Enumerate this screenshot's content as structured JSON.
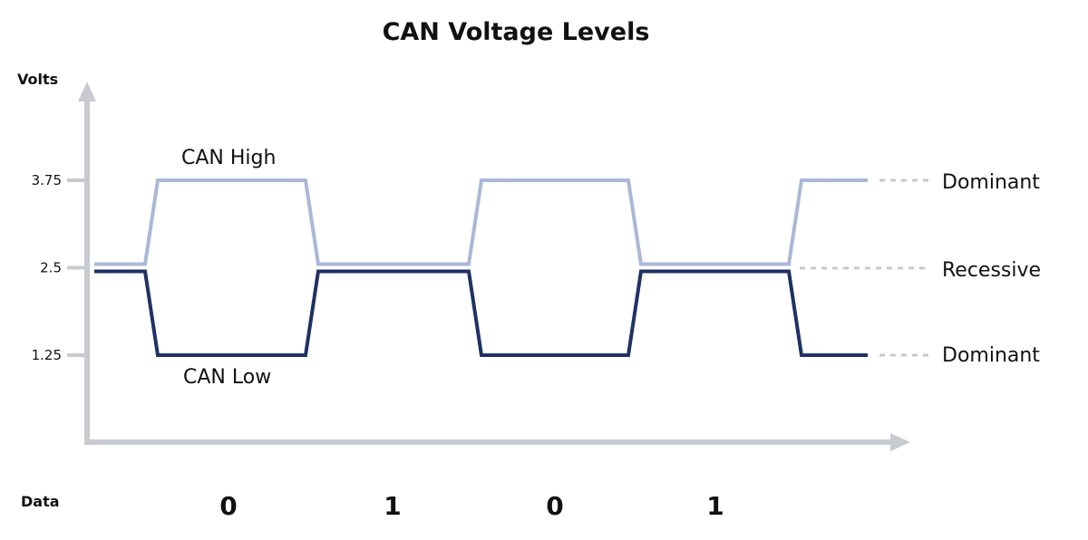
{
  "chart_data": {
    "type": "line",
    "title": "CAN Voltage Levels",
    "ylabel": "Volts",
    "xlabel": "Data",
    "yticks": [
      "3.75",
      "2.5",
      "1.25"
    ],
    "ylim": [
      0,
      5
    ],
    "bits": [
      "0",
      "1",
      "0",
      "1"
    ],
    "series": [
      {
        "name": "CAN High",
        "color": "#aab8d8",
        "dominant": 3.75,
        "recessive": 2.5
      },
      {
        "name": "CAN Low",
        "color": "#1e3264",
        "dominant": 1.25,
        "recessive": 2.5
      }
    ],
    "level_labels": [
      "Dominant",
      "Recessive",
      "Dominant"
    ],
    "axis_color": "#c8cad2",
    "guide_color": "#c8c9cc"
  }
}
